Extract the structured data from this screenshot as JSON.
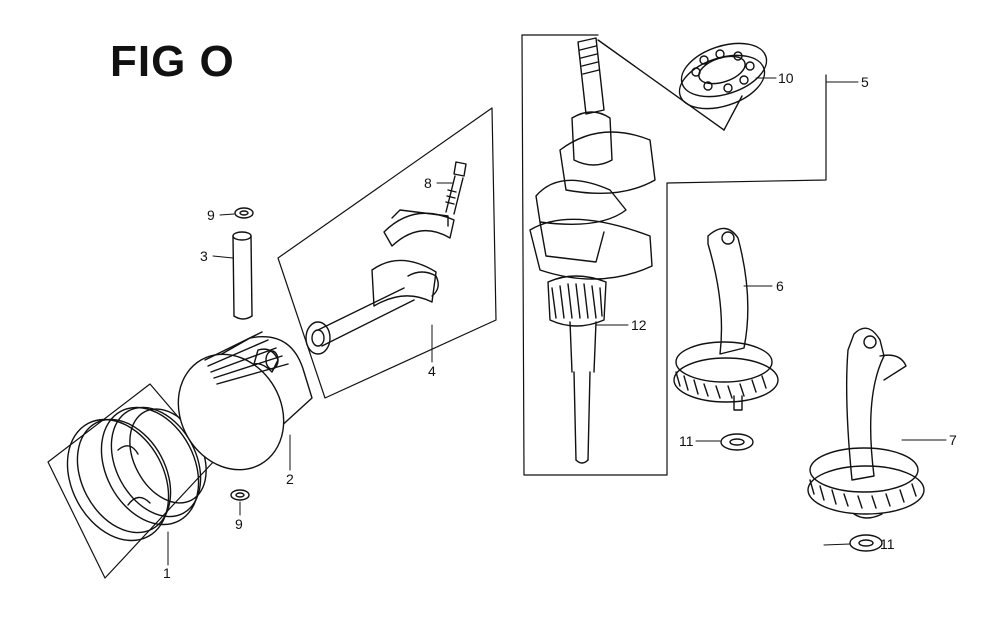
{
  "figure": {
    "title": "FIG O"
  },
  "callouts": [
    {
      "id": "piston-rings",
      "number": "1"
    },
    {
      "id": "piston",
      "number": "2"
    },
    {
      "id": "piston-pin",
      "number": "3"
    },
    {
      "id": "connecting-rod-assembly",
      "number": "4"
    },
    {
      "id": "crankshaft-assembly",
      "number": "5"
    },
    {
      "id": "balancer-upper",
      "number": "6"
    },
    {
      "id": "balancer-lower",
      "number": "7"
    },
    {
      "id": "rod-bolt",
      "number": "8"
    },
    {
      "id": "pin-clip-top",
      "number": "9"
    },
    {
      "id": "pin-clip-bottom",
      "number": "9"
    },
    {
      "id": "bearing",
      "number": "10"
    },
    {
      "id": "washer-upper",
      "number": "11"
    },
    {
      "id": "washer-lower",
      "number": "11"
    },
    {
      "id": "crankshaft",
      "number": "12"
    }
  ],
  "colors": {
    "ink": "#111111",
    "paper": "#ffffff"
  }
}
